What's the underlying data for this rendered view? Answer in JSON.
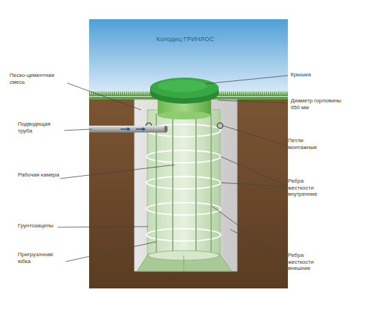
{
  "diagram": {
    "title": "Колодец ГРИНЛОС",
    "labels": [
      "Песко-цементная смесь",
      "Подводящая труба",
      "Рабочая камера",
      "Грунтозацепы",
      "Пригрузочная юбка",
      "Крышка",
      "Диаметр горловины 950 мм",
      "Петли монтажные",
      "Ребра жесткости внутренние",
      "Ребра жесткости внешние"
    ]
  }
}
